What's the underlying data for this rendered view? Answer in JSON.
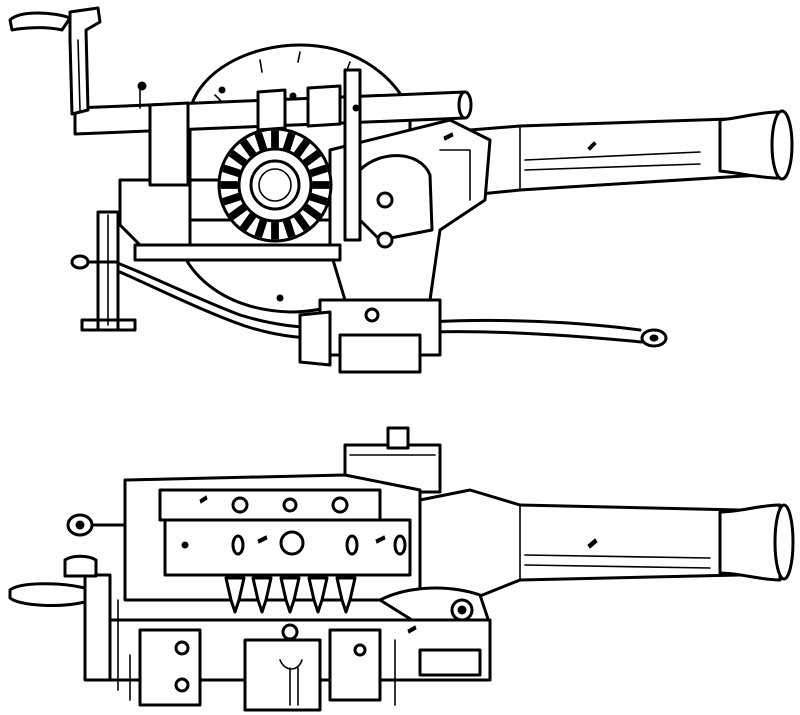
{
  "figure": {
    "views": [
      {
        "id": "side-elevation",
        "parts": [
          "crank-handle",
          "shaft",
          "flywheel",
          "gear",
          "barrel",
          "frame",
          "base",
          "lever-arm",
          "side-rod"
        ]
      },
      {
        "id": "plan-view",
        "parts": [
          "crank-handle",
          "side-plate",
          "feed-block",
          "cartridge-tips",
          "barrel",
          "lower-frame",
          "pivot-link"
        ]
      }
    ],
    "colors": {
      "ink": "#000000",
      "paper": "#ffffff"
    }
  }
}
